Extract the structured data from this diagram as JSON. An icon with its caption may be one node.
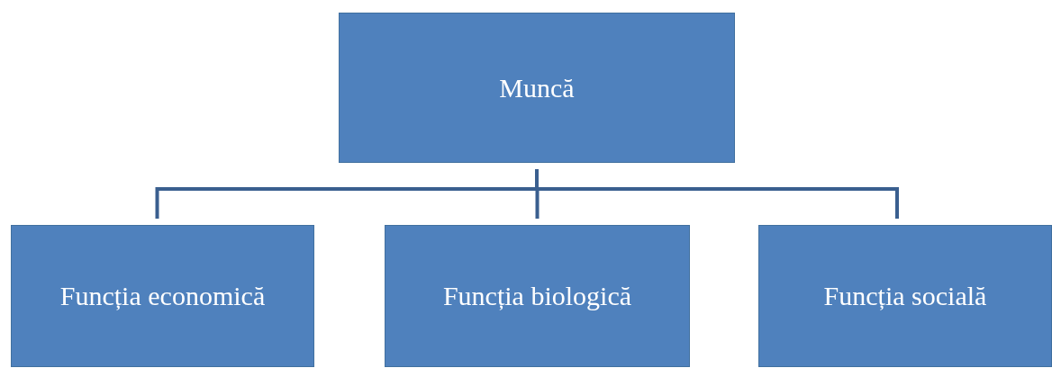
{
  "diagram": {
    "nodes": [
      {
        "text": [
          "Muncă"
        ]
      },
      {
        "text": [
          "Funcția economică"
        ]
      },
      {
        "text": [
          "Funcția biologică"
        ]
      },
      {
        "text": [
          "Funcția socială"
        ]
      }
    ],
    "edges": [
      {
        "from": 0,
        "to": 1,
        "arrow": "none"
      },
      {
        "from": 0,
        "to": 2,
        "arrow": "none"
      },
      {
        "from": 0,
        "to": 3,
        "arrow": "none"
      }
    ]
  }
}
